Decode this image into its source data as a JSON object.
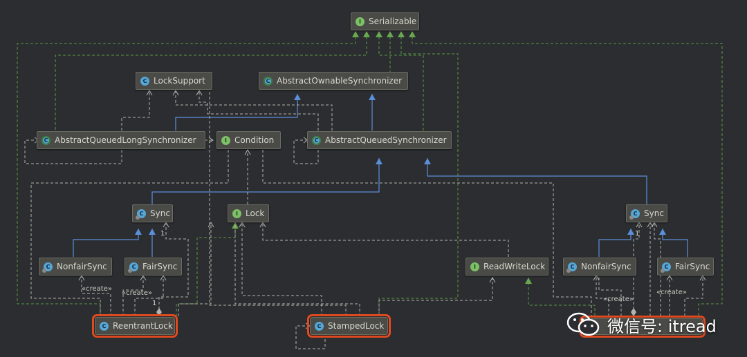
{
  "nodes": {
    "serializable": {
      "name": "Serializable",
      "kind": "I"
    },
    "lock_support": {
      "name": "LockSupport",
      "kind": "C"
    },
    "aos": {
      "name": "AbstractOwnableSynchronizer",
      "kind": "C"
    },
    "aqls": {
      "name": "AbstractQueuedLongSynchronizer",
      "kind": "C"
    },
    "condition": {
      "name": "Condition",
      "kind": "I"
    },
    "aqs": {
      "name": "AbstractQueuedSynchronizer",
      "kind": "C"
    },
    "sync_left": {
      "name": "Sync",
      "kind": "C"
    },
    "lock": {
      "name": "Lock",
      "kind": "I"
    },
    "sync_right": {
      "name": "Sync",
      "kind": "C"
    },
    "nonfair_left": {
      "name": "NonfairSync",
      "kind": "C"
    },
    "fair_left": {
      "name": "FairSync",
      "kind": "C"
    },
    "rwlock": {
      "name": "ReadWriteLock",
      "kind": "I"
    },
    "nonfair_right": {
      "name": "NonfairSync",
      "kind": "C"
    },
    "fair_right": {
      "name": "FairSync",
      "kind": "C"
    },
    "reentrant": {
      "name": "ReentrantLock",
      "kind": "C"
    },
    "stamped": {
      "name": "StampedLock",
      "kind": "C"
    }
  },
  "labels": {
    "create": "«create»",
    "one": "1"
  },
  "watermark": {
    "text": "微信号: itread"
  },
  "colors": {
    "background": "#2b2d30",
    "dash_green": "#5b9a43",
    "dash_gray": "#b4b4ae",
    "realization": "#6aa84f",
    "inheritance": "#5b8fd9",
    "highlight": "#e04a1f"
  }
}
